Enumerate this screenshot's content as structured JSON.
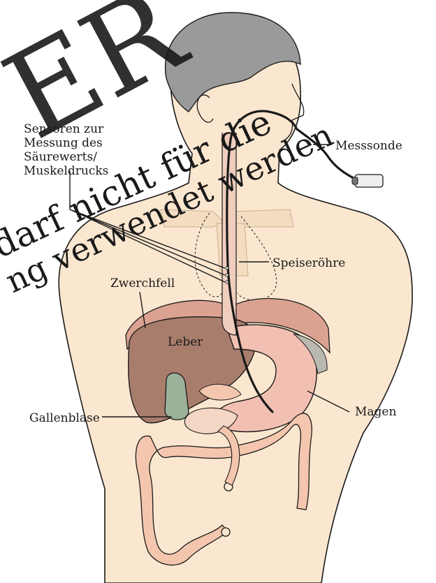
{
  "labels": {
    "sensoren": [
      "Sensoren zur",
      "Messung des",
      "Säurewerts/",
      "Muskeldrucks"
    ],
    "messsonde": "Messsonde",
    "speiseroehre": "Speiseröhre",
    "zwerchfell": "Zwerchfell",
    "leber": "Leber",
    "gallenblase": "Gallenblase",
    "magen": "Magen"
  },
  "watermark": {
    "big": "ER",
    "line1": "darf nicht für die",
    "line2": "ng verwendet werden"
  },
  "colors": {
    "skin": "#fbe7cf",
    "hair": "#9a9a9a",
    "liver": "#a97d6c",
    "stomach": "#f2c0b2",
    "intestine": "#f4c6ae",
    "gallbladder": "#9cb09a",
    "diaphragm": "#dba291",
    "outline": "#1a1a1a"
  }
}
